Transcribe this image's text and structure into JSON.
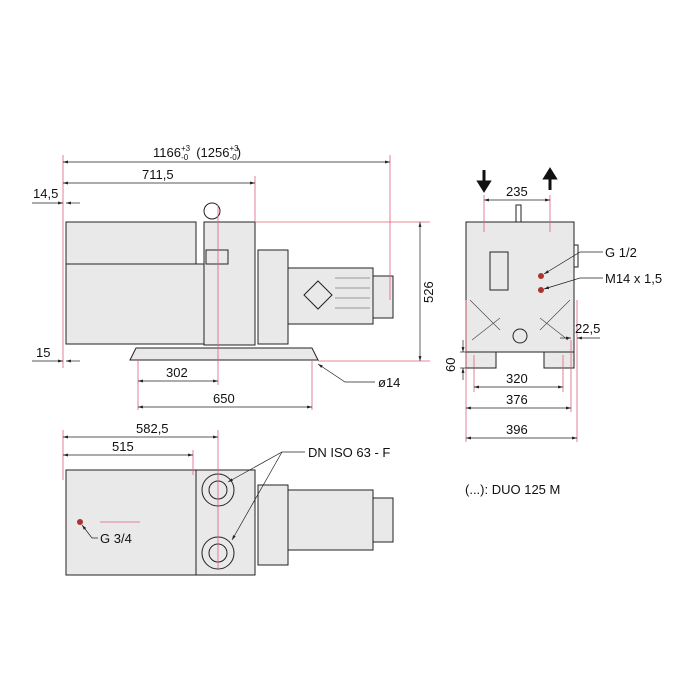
{
  "side_view": {
    "overall_length": "1166",
    "overall_length_tol_upper": "+3",
    "overall_length_tol_lower": "-0",
    "overall_length_alt": "(1256",
    "overall_length_alt_tol_upper": "+3",
    "overall_length_alt_tol_lower": "-0",
    "overall_length_alt_close": ")",
    "length_to_flange": "711,5",
    "offset_top": "14,5",
    "offset_bottom": "15",
    "foot_to_center": "302",
    "foot_spacing": "650",
    "hole_diameter": "ø14",
    "height": "526"
  },
  "front_view": {
    "port_spacing": "235",
    "label_g12": "G 1/2",
    "label_m14": "M14 x 1,5",
    "side_offset": "22,5",
    "foot_height": "60",
    "foot_inner": "320",
    "foot_outer": "376",
    "width": "396"
  },
  "top_view": {
    "flange_length": "582,5",
    "length_515": "515",
    "label_flange": "DN ISO 63 - F",
    "label_g34": "G 3/4"
  },
  "note": "(...): DUO 125 M"
}
